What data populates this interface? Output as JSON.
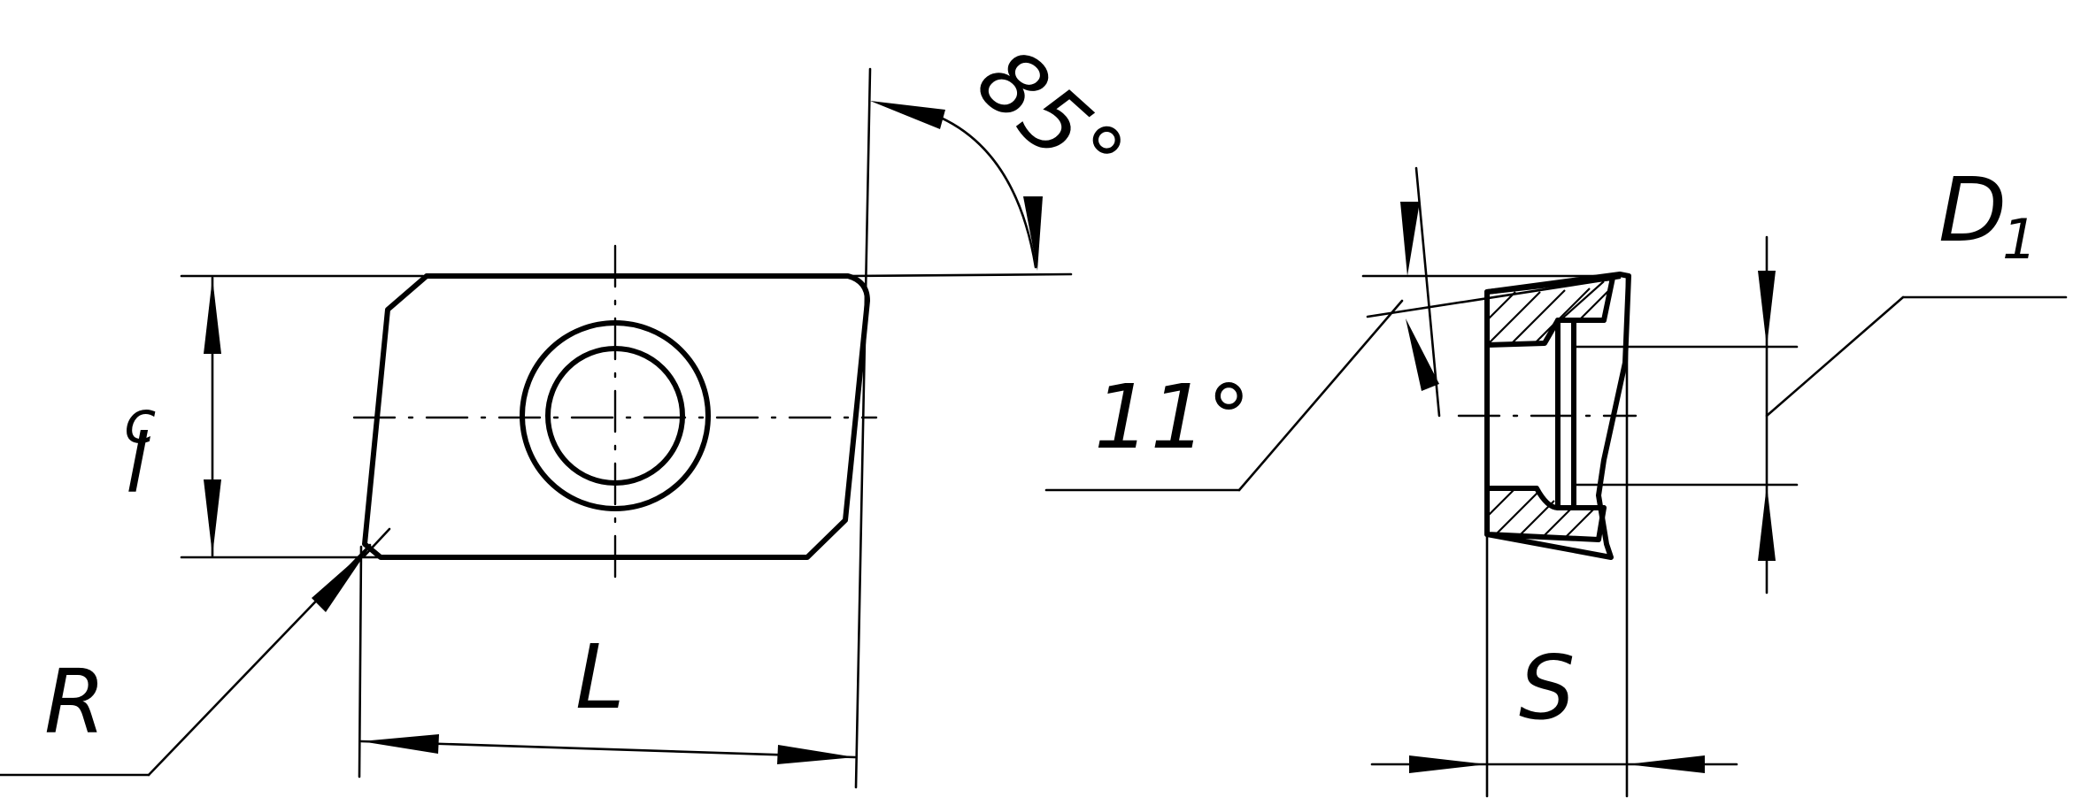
{
  "labels": {
    "angle_85": "85°",
    "lc_main": "l",
    "lc_sub": "c",
    "radius": "R",
    "length": "L",
    "angle_11": "11°",
    "d1_main": "D",
    "d1_sub": "1",
    "thickness": "S"
  },
  "colors": {
    "line": "#000000",
    "background": "#ffffff"
  }
}
